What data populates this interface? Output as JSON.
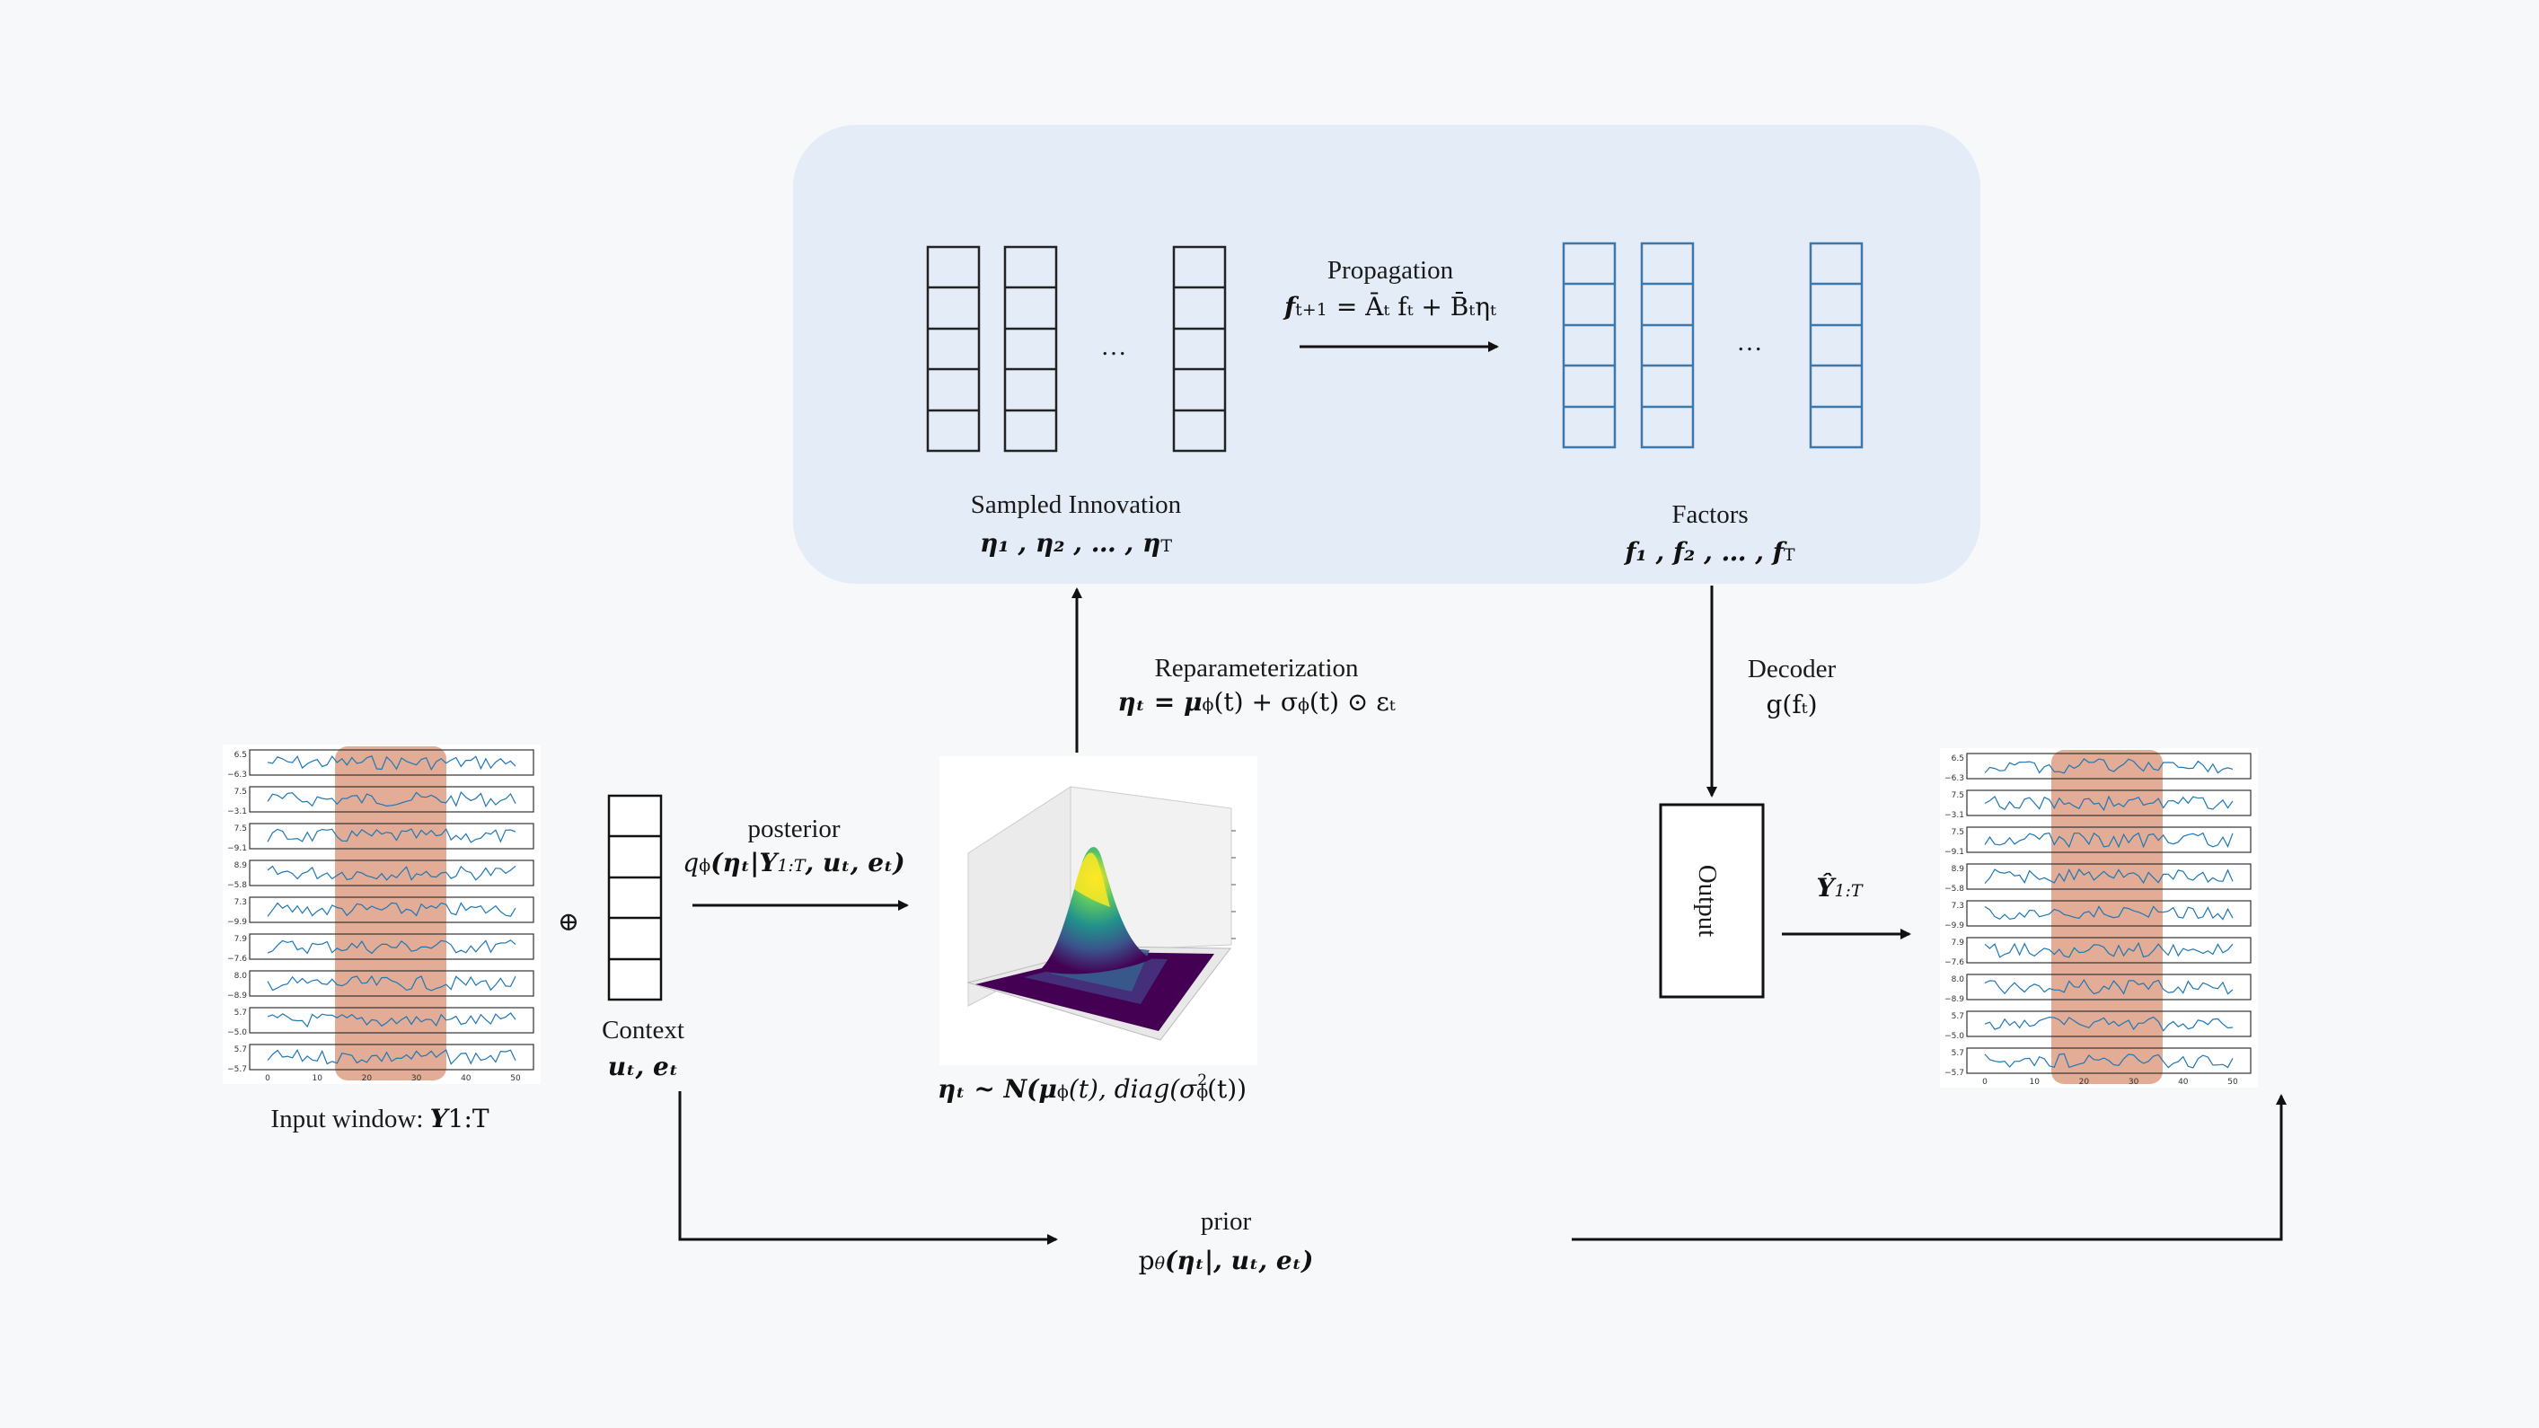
{
  "top_panel": {
    "innovation_title": "Sampled Innovation",
    "innovation_seq": "η₁ , η₂ , … , η",
    "innovation_seq_sub": "T",
    "ellipsis": "…",
    "propagation_title": "Propagation",
    "propagation_eq": "f",
    "propagation_eq_sub": "t+1",
    "propagation_eq_rhs": "= Āₜ fₜ + B̄ₜηₜ",
    "factors_title": "Factors",
    "factors_seq": "f₁ , f₂ , … , f",
    "factors_seq_sub": "T"
  },
  "reparam": {
    "title": "Reparameterization",
    "eq": "ηₜ = μ",
    "eq_tail": "(t) + σ",
    "eq_tail2": "(t) ⊙ εₜ"
  },
  "decoder": {
    "title": "Decoder",
    "eq": "g(fₜ)"
  },
  "output_box": {
    "label": "Output"
  },
  "y_hat": {
    "label": "Ŷ",
    "sub": "1:T"
  },
  "input": {
    "label": "Input window: ",
    "var": "Y",
    "sub": "1:T"
  },
  "oplus": "⊕",
  "context": {
    "title": "Context",
    "vars": "uₜ, eₜ"
  },
  "posterior": {
    "title": "posterior",
    "eq": "q",
    "eq_rest": "(ηₜ|Y",
    "eq_rest2": "1:T",
    "eq_rest3": ", uₜ, eₜ)"
  },
  "distribution": {
    "eq": "ηₜ ~ N(μ",
    "eq_mid": "(t), diag(σ",
    "eq_end": "(t))"
  },
  "prior": {
    "title": "prior",
    "eq": "p",
    "eq_rest": "(ηₜ|, uₜ, eₜ)"
  },
  "timeseries_panel": {
    "ticks_y": [
      [
        "6.5",
        "−6.3"
      ],
      [
        "7.5",
        "−3.1"
      ],
      [
        "7.5",
        "−9.1"
      ],
      [
        "8.9",
        "−5.8"
      ],
      [
        "7.3",
        "−9.9"
      ],
      [
        "7.9",
        "−7.6"
      ],
      [
        "8.0",
        "−8.9"
      ],
      [
        "5.7",
        "−5.0"
      ],
      [
        "5.7",
        "−5.7"
      ]
    ],
    "ticks_x": [
      "0",
      "10",
      "20",
      "30",
      "40",
      "50"
    ]
  },
  "colors": {
    "panel_bg": "#e4ecf7",
    "factor_blue": "#3d78ad",
    "highlight": "#d6896a"
  }
}
